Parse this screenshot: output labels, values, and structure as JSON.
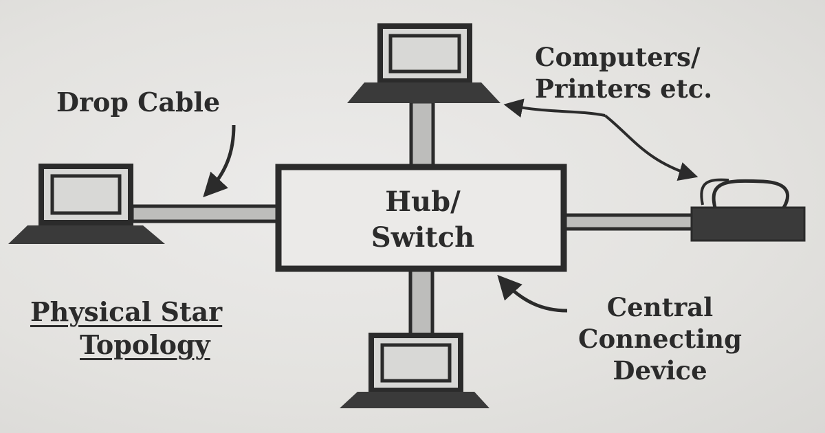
{
  "diagram": {
    "title_line1": "Physical Star",
    "title_line2": "Topology",
    "hub_line1": "Hub/",
    "hub_line2": "Switch",
    "drop_cable": "Drop Cable",
    "computers_line1": "Computers/",
    "computers_line2": "Printers etc.",
    "central_line1": "Central",
    "central_line2": "Connecting",
    "central_line3": "Device"
  },
  "colors": {
    "ink": "#2b2b2b",
    "cable": "#bdbdbb",
    "screen": "#d8d8d6",
    "printer": "#3a3a3a"
  }
}
